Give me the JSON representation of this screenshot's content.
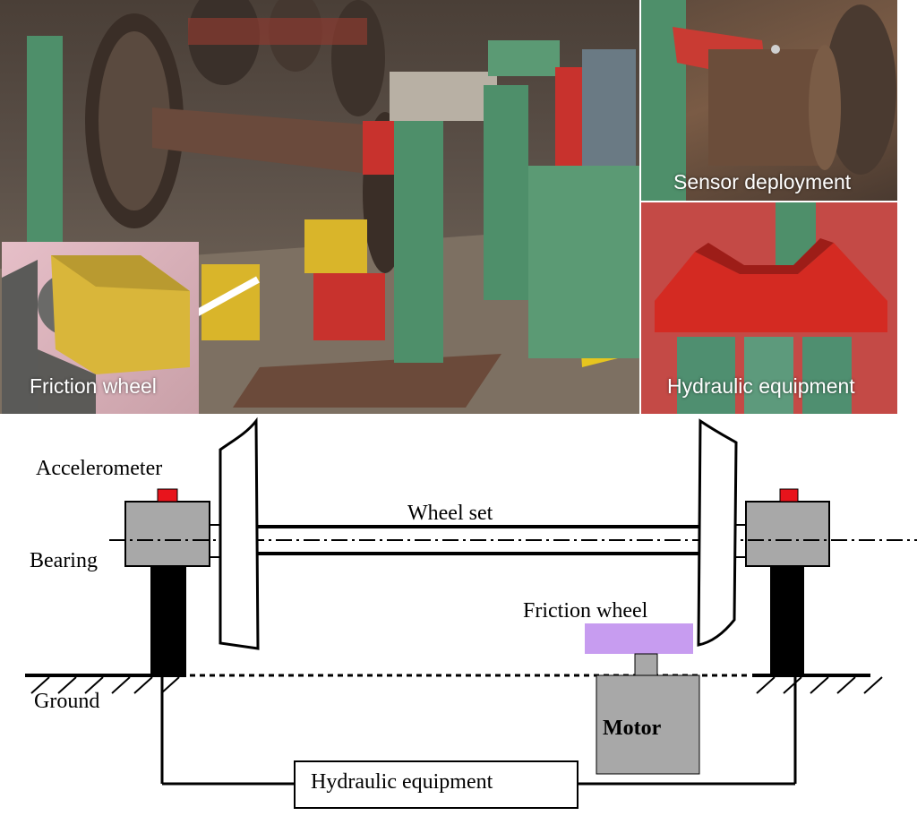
{
  "photo": {
    "captions": {
      "friction_wheel": "Friction wheel",
      "sensor_deployment": "Sensor deployment",
      "hydraulic_equipment": "Hydraulic equipment"
    }
  },
  "diagram": {
    "labels": {
      "accelerometer": "Accelerometer",
      "bearing": "Bearing",
      "ground": "Ground",
      "wheel_set": "Wheel set",
      "friction_wheel": "Friction wheel",
      "motor": "Motor",
      "hydraulic_equipment": "Hydraulic equipment"
    },
    "colors": {
      "accelerometer": "#e8141c",
      "bearing": "#a8a8a8",
      "motor": "#a8a8a8",
      "friction_wheel": "#c79cf0",
      "support": "#000000"
    }
  }
}
